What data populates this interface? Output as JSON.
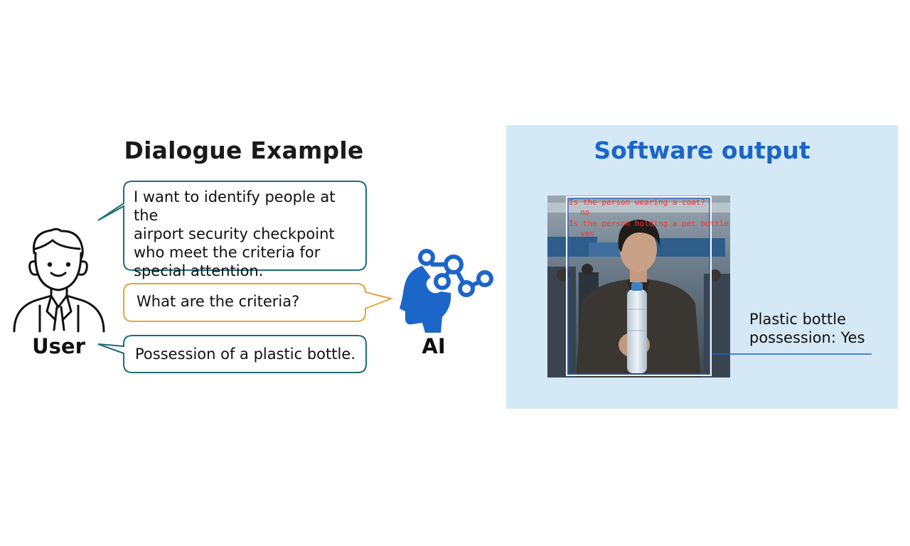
{
  "dialogue": {
    "title": "Dialogue Example",
    "user_label": "User",
    "ai_label": "AI",
    "messages": [
      {
        "speaker": "user",
        "text": "I want to identify people at the\nairport security checkpoint\nwho meet the criteria for\nspecial attention."
      },
      {
        "speaker": "ai",
        "text": "What are the criteria?"
      },
      {
        "speaker": "user",
        "text": "Possession of a plastic bottle."
      }
    ],
    "colors": {
      "user_bubble": "#1d6e73",
      "ai_bubble": "#e8a23a",
      "ai_icon": "#1d66c9"
    }
  },
  "software_output": {
    "title": "Software output",
    "overlay_lines": [
      "Is the person wearing a coat?",
      "no",
      "Is the person holding a pet bottle?",
      "yes"
    ],
    "result": "Plastic bottle\npossession: Yes",
    "colors": {
      "panel": "#d4e8f6",
      "title": "#1b65c6",
      "box": "#ffffff",
      "overlay_text": "#ff3030",
      "leader_line": "#1b65c6"
    }
  }
}
